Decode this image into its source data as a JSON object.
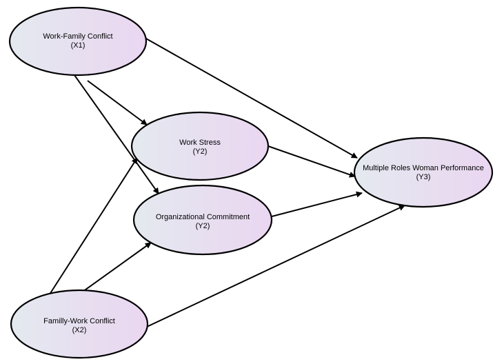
{
  "nodes": {
    "x1": {
      "name": "Work-Family Conflict",
      "code": "(X1)"
    },
    "x2": {
      "name": "Familly-Work Conflict",
      "code": "(X2)"
    },
    "ws": {
      "name": "Work Stress",
      "code": "(Y2)"
    },
    "oc": {
      "name": "Organizational Commitment",
      "code": "(Y2)"
    },
    "y3": {
      "name": "Multiple Roles Woman Performance",
      "code": "(Y3)"
    }
  },
  "edges": [
    {
      "from": "x1",
      "to": "ws"
    },
    {
      "from": "x1",
      "to": "oc"
    },
    {
      "from": "x1",
      "to": "y3"
    },
    {
      "from": "x2",
      "to": "ws"
    },
    {
      "from": "x2",
      "to": "oc"
    },
    {
      "from": "x2",
      "to": "y3"
    },
    {
      "from": "ws",
      "to": "y3"
    },
    {
      "from": "oc",
      "to": "y3"
    }
  ],
  "colors": {
    "node_fill_left": "#e4e9ef",
    "node_fill_right": "#ead6f1",
    "stroke": "#000000"
  }
}
